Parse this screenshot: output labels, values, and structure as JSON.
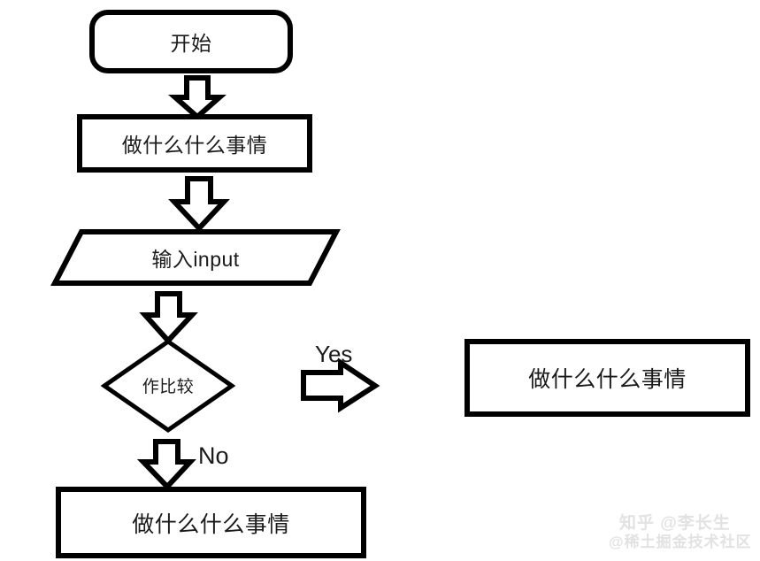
{
  "diagram": {
    "title": "flowchart",
    "background_color": "#ffffff",
    "stroke_color": "#000000",
    "text_color": "#1a1a1a",
    "nodes": [
      {
        "id": "start",
        "shape": "rounded-rectangle",
        "label": "开始"
      },
      {
        "id": "process1",
        "shape": "rectangle",
        "label": "做什么什么事情"
      },
      {
        "id": "input",
        "shape": "parallelogram",
        "label": "输入input"
      },
      {
        "id": "decision",
        "shape": "diamond",
        "label": "作比较"
      },
      {
        "id": "yes-branch",
        "shape": "rectangle",
        "label": "做什么什么事情"
      },
      {
        "id": "no-branch",
        "shape": "rectangle",
        "label": "做什么什么事情"
      }
    ],
    "connectors": [
      {
        "id": "start-to-process1",
        "direction": "down",
        "label": ""
      },
      {
        "id": "process1-to-input",
        "direction": "down",
        "label": ""
      },
      {
        "id": "input-to-decision",
        "direction": "down",
        "label": ""
      },
      {
        "id": "decision-to-yes",
        "direction": "right",
        "label": "Yes"
      },
      {
        "id": "decision-to-no",
        "direction": "down",
        "label": "No"
      }
    ]
  },
  "watermark": {
    "line1": "知乎 @李长生",
    "line2": "@稀土掘金技术社区",
    "color": "#e2e2e2"
  }
}
